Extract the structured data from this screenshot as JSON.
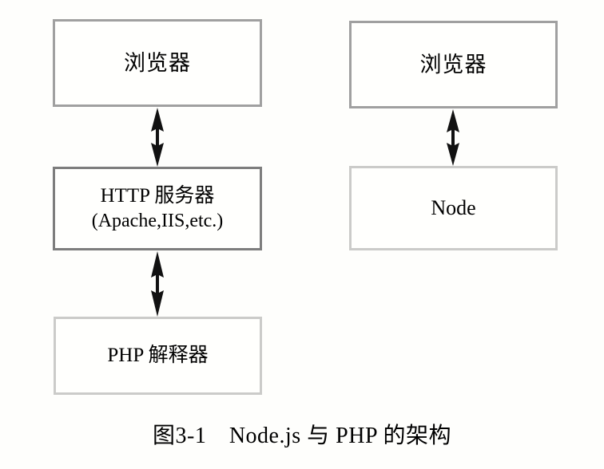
{
  "figure": {
    "caption": "图3-1　Node.js 与 PHP 的架构",
    "background_color": "#fefefc",
    "text_color": "#000000"
  },
  "columns": [
    {
      "name": "php-stack",
      "boxes": [
        {
          "id": "browser-left",
          "lines": [
            "浏览器"
          ],
          "border_color": "#a0a0a0"
        },
        {
          "id": "http-server",
          "lines": [
            "HTTP 服务器",
            "(Apache,IIS,etc.)"
          ],
          "border_color": "#7d7d7d"
        },
        {
          "id": "php-interpreter",
          "lines": [
            "PHP 解释器"
          ],
          "border_color": "#cbcbc9"
        }
      ],
      "connectors": [
        {
          "id": "browser-to-http",
          "type": "double-arrow-vertical",
          "color": "#111111"
        },
        {
          "id": "http-to-php",
          "type": "double-arrow-vertical",
          "color": "#111111"
        }
      ]
    },
    {
      "name": "node-stack",
      "boxes": [
        {
          "id": "browser-right",
          "lines": [
            "浏览器"
          ],
          "border_color": "#a0a0a0"
        },
        {
          "id": "node",
          "lines": [
            "Node"
          ],
          "border_color": "#cbcbc9"
        }
      ],
      "connectors": [
        {
          "id": "browser-to-node",
          "type": "double-arrow-vertical",
          "color": "#111111"
        }
      ]
    }
  ],
  "labels": {
    "browser_left": "浏览器",
    "http_server_line1": "HTTP 服务器",
    "http_server_line2": "(Apache,IIS,etc.)",
    "php_interpreter": "PHP 解释器",
    "browser_right": "浏览器",
    "node": "Node"
  }
}
